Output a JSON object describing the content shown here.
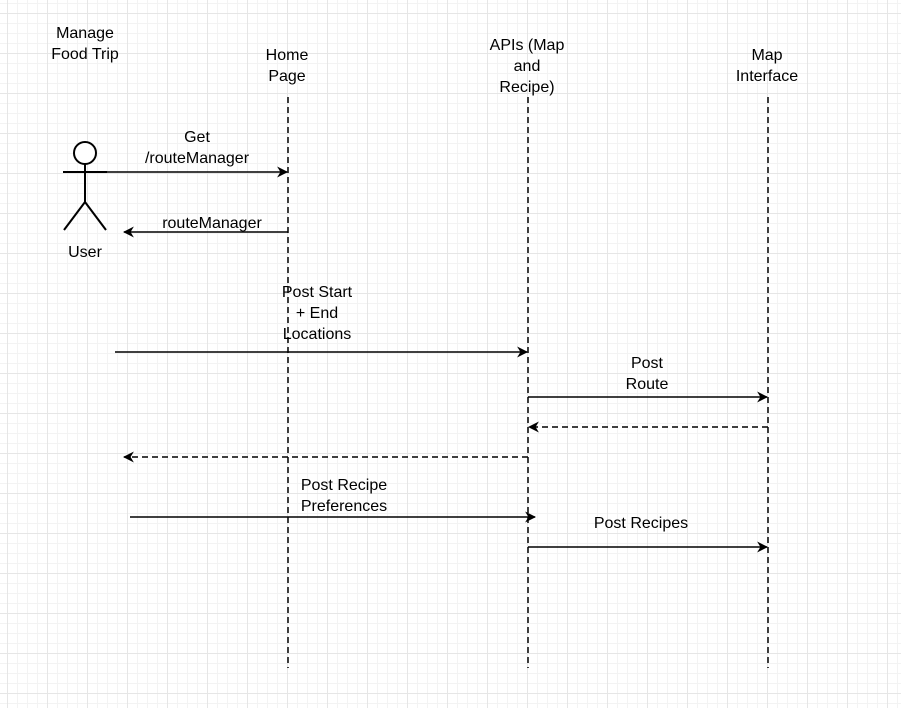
{
  "diagram_title": "Manage\nFood Trip",
  "actor": {
    "name": "User"
  },
  "lifelines": {
    "home": "Home\nPage",
    "apis": "APIs (Map\nand\nRecipe)",
    "map": "Map\nInterface"
  },
  "messages": {
    "get_route_manager": "Get\n/routeManager",
    "route_manager_return": "routeManager",
    "post_locations": "Post Start\n+ End\nLocations",
    "post_route": "Post\nRoute",
    "post_recipe_preferences": "Post Recipe\nPreferences",
    "post_recipes": "Post Recipes"
  },
  "colors": {
    "line": "#000000",
    "grid": "#e6e6e6",
    "background": "#ffffff"
  }
}
